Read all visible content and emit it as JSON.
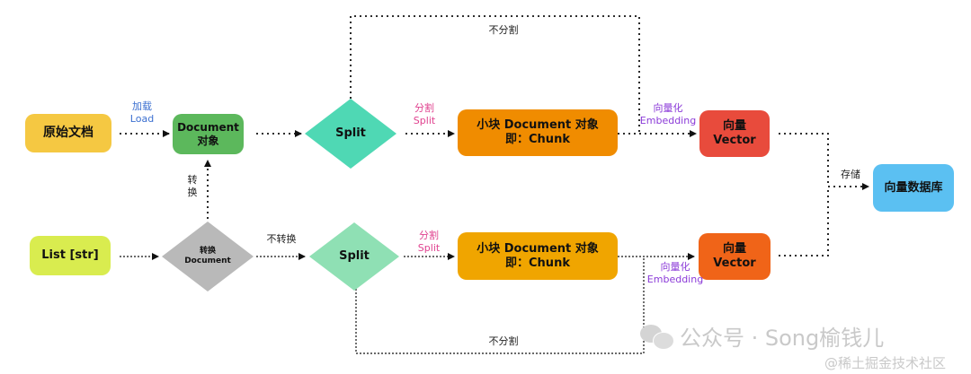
{
  "nodes": {
    "source_doc": "原始文档",
    "document_obj": [
      "Document",
      "对象"
    ],
    "split_top": "Split",
    "chunk_top": [
      "小块 Document 对象",
      "即：Chunk"
    ],
    "vector_top": [
      "向量",
      "Vector"
    ],
    "vector_db": "向量数据库",
    "list_str": "List [str]",
    "convert_document": [
      "转换",
      "Document"
    ],
    "split_bottom": "Split",
    "chunk_bottom": [
      "小块 Document 对象",
      "即：Chunk"
    ],
    "vector_bottom": [
      "向量",
      "Vector"
    ]
  },
  "edge_labels": {
    "load": [
      "加载",
      "Load"
    ],
    "split_top": [
      "分割",
      "Split"
    ],
    "embedding_top": [
      "向量化",
      "Embedding"
    ],
    "store": "存储",
    "no_split_top": "不分割",
    "convert_vertical": [
      "转",
      "换"
    ],
    "no_convert": "不转换",
    "split_bottom": [
      "分割",
      "Split"
    ],
    "embedding_bottom": [
      "向量化",
      "Embedding"
    ],
    "no_split_bottom": "不分割"
  },
  "watermark": {
    "account": "公众号 · Song榆钱儿",
    "site": "@稀土掘金技术社区"
  },
  "colors": {
    "source_doc": "#f5c842",
    "document_obj": "#5cb85c",
    "split": "#4fd8b4",
    "split_bottom": "#8fe0b4",
    "chunk_top": "#f08c00",
    "chunk_bottom": "#f0a500",
    "vector_top": "#e84b3c",
    "vector_bottom": "#f06418",
    "vector_db": "#5bc0f2",
    "list_str": "#d9ec4f",
    "convert_document": "#b9b9b9"
  }
}
